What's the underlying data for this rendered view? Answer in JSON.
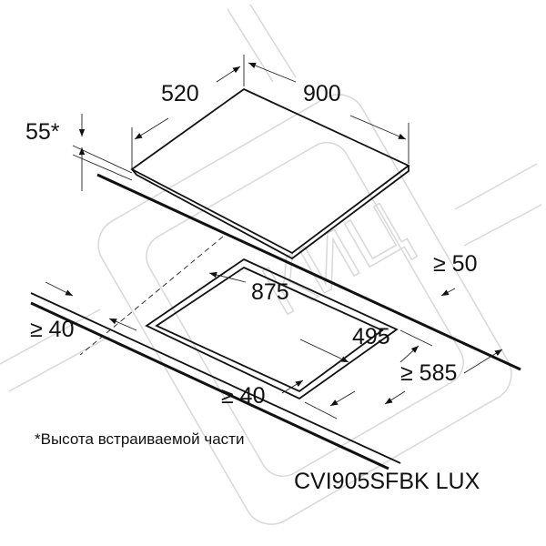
{
  "dimensions": {
    "depth": "520",
    "width": "900",
    "height": "55*",
    "cutout_width": "875",
    "cutout_depth": "495",
    "rear_clearance": "≥ 50",
    "left_clearance": "≥ 40",
    "front_clearance": "≥ 40",
    "counter_depth": "≥ 585"
  },
  "footnote": "*Высота встраиваемой части",
  "model": "CVI905SFBK LUX",
  "watermark": "КИЦ"
}
